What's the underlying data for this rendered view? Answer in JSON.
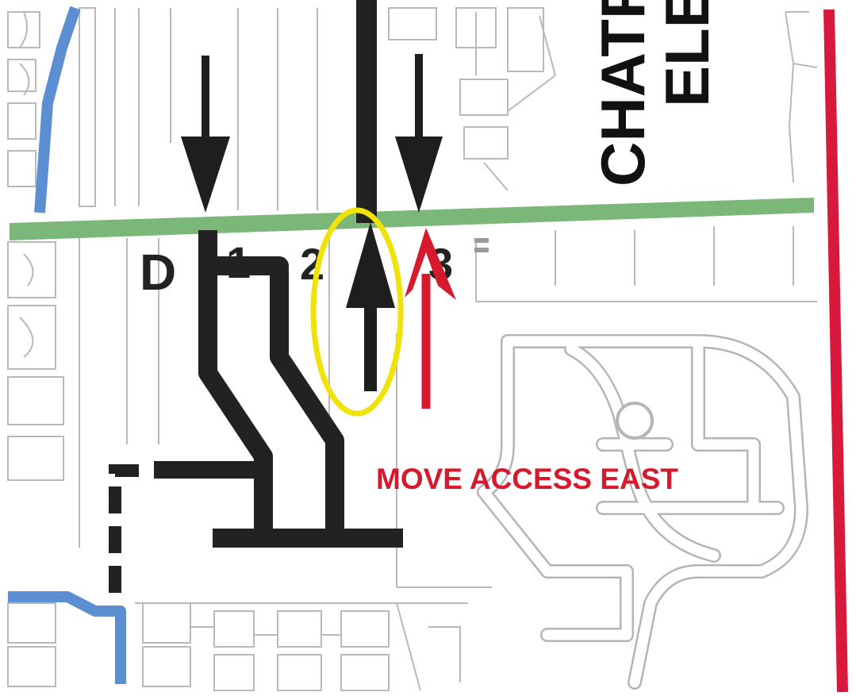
{
  "map": {
    "school_label_line1": "CHATF",
    "school_label_line2": "ELE",
    "roadway_label_letter": "D",
    "roadway_label_digit_1": "1",
    "roadway_label_digit_2": "2",
    "roadway_label_digit_3": "3",
    "annotation_text": "MOVE ACCESS EAST",
    "colors": {
      "green_street": "#7cb77a",
      "red_boundary": "#d9193c",
      "blue_channel": "#5b8fd1",
      "yellow_highlight": "#f1e20a",
      "red_annotation": "#d61a2e",
      "dark_road": "#222222"
    },
    "icons": [
      "arrow-down-icon",
      "arrow-up-icon",
      "highlight-ellipse"
    ]
  }
}
